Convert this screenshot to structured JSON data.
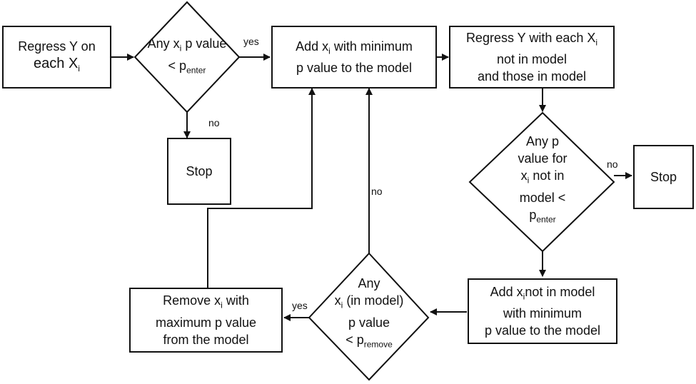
{
  "nodes": {
    "regress_each": {
      "line1": "Regress Y on",
      "line2_pre": "each X",
      "line2_sub": "i"
    },
    "decision_enter": {
      "line1_pre": "Any x",
      "line1_sub": "i",
      "line1_post": " p value",
      "line2_pre": "< p",
      "line2_sub": "enter"
    },
    "stop_left": {
      "label": "Stop"
    },
    "add_min": {
      "line1_pre": "Add x",
      "line1_sub": "i",
      "line1_post": " with minimum",
      "line2": "p value to the model"
    },
    "regress_with": {
      "line1_pre": "Regress Y with each X",
      "line1_sub": "i",
      "line2": "not in model",
      "line3": "and those in model"
    },
    "decision_notin": {
      "line1": "Any p",
      "line2": "value for",
      "line3_pre": "x",
      "line3_sub": "i",
      "line3_post": " not in",
      "line4": "model <",
      "line5_pre": "p",
      "line5_sub": "enter"
    },
    "stop_right": {
      "label": "Stop"
    },
    "add_notin": {
      "line1_pre": "Add x",
      "line1_sub": "i",
      "line1_post": "not in model",
      "line2": "with minimum",
      "line3": "p value to the model"
    },
    "decision_remove": {
      "line1": "Any",
      "line2_pre": "x",
      "line2_sub": "i",
      "line2_post": " (in model)",
      "line3": "p value",
      "line4_pre": "< p",
      "line4_sub": "remove"
    },
    "remove_max": {
      "line1_pre": "Remove x",
      "line1_sub": "i",
      "line1_post": " with",
      "line2": "maximum p value",
      "line3": "from the model"
    }
  },
  "edge_labels": {
    "yes_enter": "yes",
    "no_enter": "no",
    "no_notin": "no",
    "no_remove": "no",
    "yes_remove": "yes"
  }
}
